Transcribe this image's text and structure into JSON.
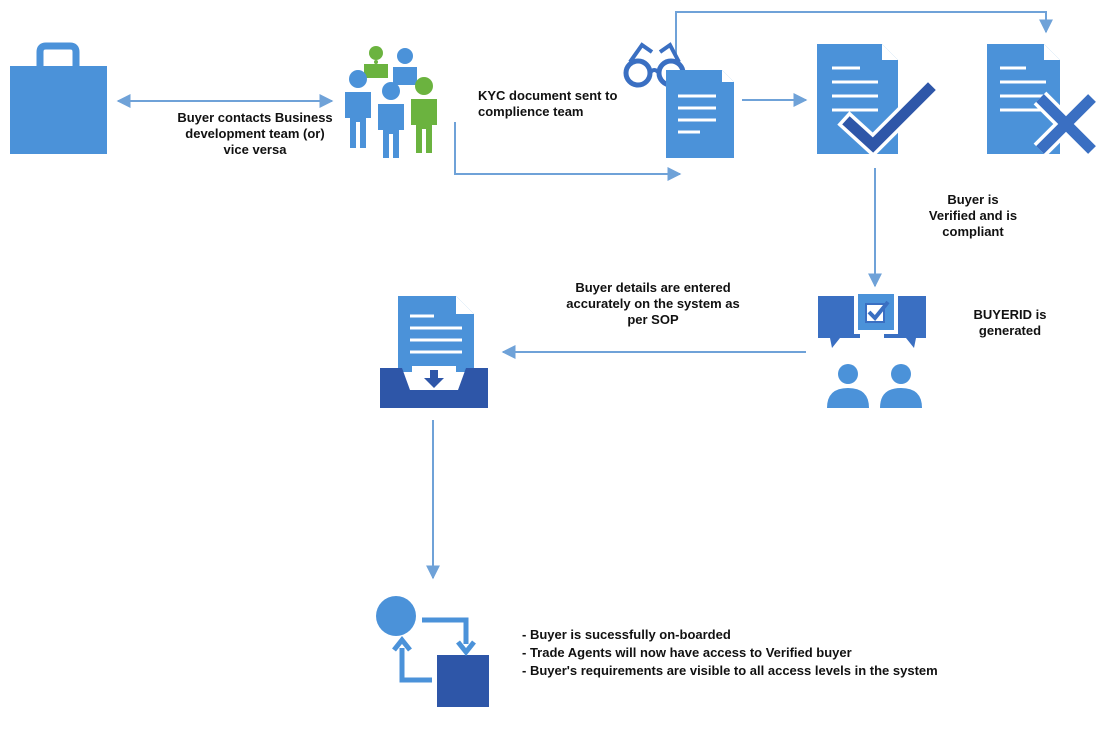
{
  "colors": {
    "light_blue": "#4b92d9",
    "dark_blue": "#3a6fc2",
    "navy": "#2e56a8",
    "green": "#6bb33f",
    "line": "#6fa2d8"
  },
  "nodes": [
    {
      "id": "buyer",
      "icon": "shopping-bag-icon"
    },
    {
      "id": "bd-team",
      "icon": "team-people-icon"
    },
    {
      "id": "kyc-review",
      "icon": "glasses-document-icon"
    },
    {
      "id": "verified",
      "icon": "document-check-icon"
    },
    {
      "id": "rejected",
      "icon": "document-cross-icon"
    },
    {
      "id": "buyerid",
      "icon": "chat-people-check-icon"
    },
    {
      "id": "system-entry",
      "icon": "inbox-download-document-icon"
    },
    {
      "id": "onboarded",
      "icon": "circle-square-cycle-icon"
    }
  ],
  "labels": {
    "contact": "Buyer contacts Business\ndevelopment team (or)\nvice versa",
    "kyc": "KYC document sent to\ncomplience team",
    "verified": "Buyer is\nVerified and is\ncompliant",
    "buyerid": "BUYERID is\ngenerated",
    "details": "Buyer details are entered\naccurately on the system as\nper SOP"
  },
  "outcomes": [
    "Buyer is sucessfully on-boarded",
    "Trade Agents will now have access to Verified buyer",
    "Buyer's requirements are visible to all access levels in the system"
  ]
}
